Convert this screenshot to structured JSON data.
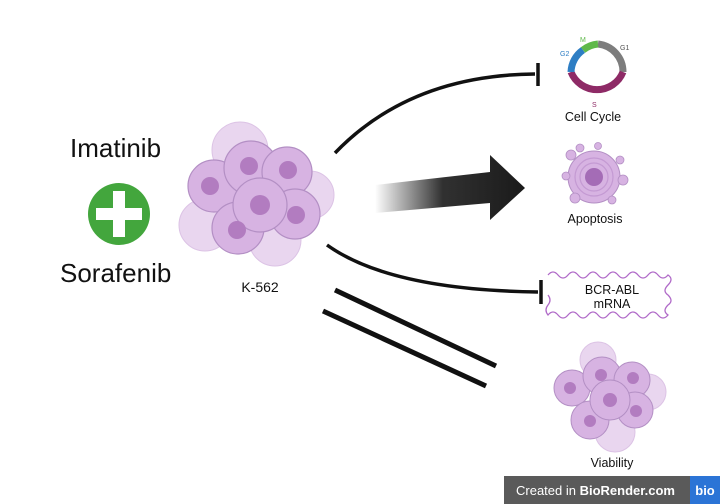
{
  "drugs": {
    "first": "Imatinib",
    "second": "Sorafenib"
  },
  "cell_line": "K-562",
  "outcomes": {
    "cell_cycle": "Cell Cycle",
    "apoptosis": "Apoptosis",
    "bcr_abl_line1": "BCR-ABL",
    "bcr_abl_line2": "mRNA",
    "viability": "Viability"
  },
  "cell_cycle_phases": {
    "g1": "G1",
    "s": "S",
    "g2": "G2",
    "m": "M"
  },
  "colors": {
    "plus_green": "#43a63d",
    "cell_purple": "#d7b3e2",
    "cell_stroke": "#b38fc4",
    "nucleus": "#b27cc0",
    "arrow_black": "#1a1a1a",
    "phase_g1": "#7d7d7d",
    "phase_s": "#8e2a66",
    "phase_g2": "#2e7ec4",
    "phase_m": "#5fb94a",
    "mrna_wave": "#b06ac8"
  },
  "icons": {
    "plus": "plus-circle-icon",
    "cell_cluster": "cell-cluster-icon",
    "cell_cycle": "cell-cycle-ring-icon",
    "apoptotic_cell": "apoptotic-cell-icon",
    "mrna": "mrna-strand-icon"
  },
  "watermark": {
    "prefix": "Created in ",
    "brand": "BioRender.com",
    "logo": "bio"
  }
}
